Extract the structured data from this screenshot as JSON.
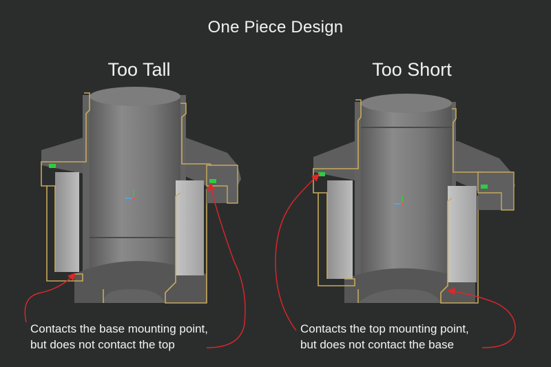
{
  "title": "One Piece Design",
  "panels": [
    {
      "heading": "Too Tall",
      "caption_line1": "Contacts the base mounting point,",
      "caption_line2": "but does not contact the top"
    },
    {
      "heading": "Too Short",
      "caption_line1": "Contacts the top mounting point,",
      "caption_line2": "but does not contact the base"
    }
  ],
  "colors": {
    "background": "#2b2d2d",
    "body": "#6e6e6e",
    "section_edge": "#c8aa5a",
    "arrow": "#e0262a",
    "contact_marker": "#2ecc40"
  }
}
